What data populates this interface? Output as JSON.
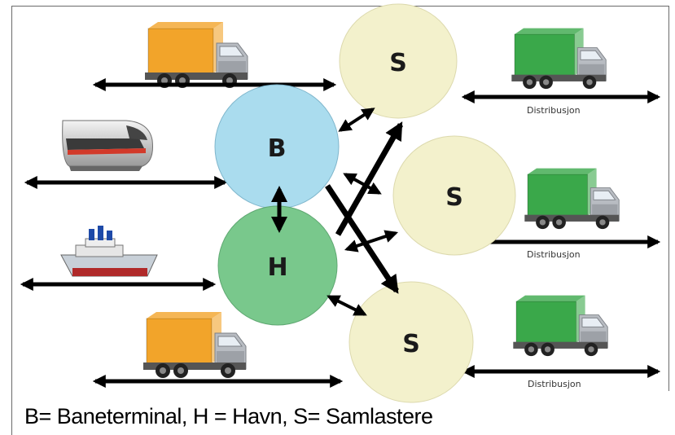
{
  "nodes": {
    "B": {
      "label": "B",
      "color": "#aadcee"
    },
    "H": {
      "label": "H",
      "color": "#79c88c"
    },
    "S1": {
      "label": "S",
      "color": "#f3f1cc"
    },
    "S2": {
      "label": "S",
      "color": "#f3f1cc"
    },
    "S3": {
      "label": "S",
      "color": "#f3f1cc"
    }
  },
  "distribution": [
    {
      "label": "Distribusjon"
    },
    {
      "label": "Distribusjon"
    },
    {
      "label": "Distribusjon"
    }
  ],
  "legend": {
    "text": "B= Baneterminal, H = Havn, S= Samlastere"
  },
  "icons": {
    "inbound_top": "orange-truck-icon",
    "train": "train-icon",
    "ship": "ship-icon",
    "inbound_bottom": "orange-truck-icon",
    "distribution_trucks": "green-truck-icon"
  },
  "colors": {
    "arrow": "#000000",
    "frame": "#6b6b6b",
    "orange_truck": "#f2a42a",
    "green_truck": "#3aa84a",
    "truck_cab": "#b8bcc2"
  }
}
